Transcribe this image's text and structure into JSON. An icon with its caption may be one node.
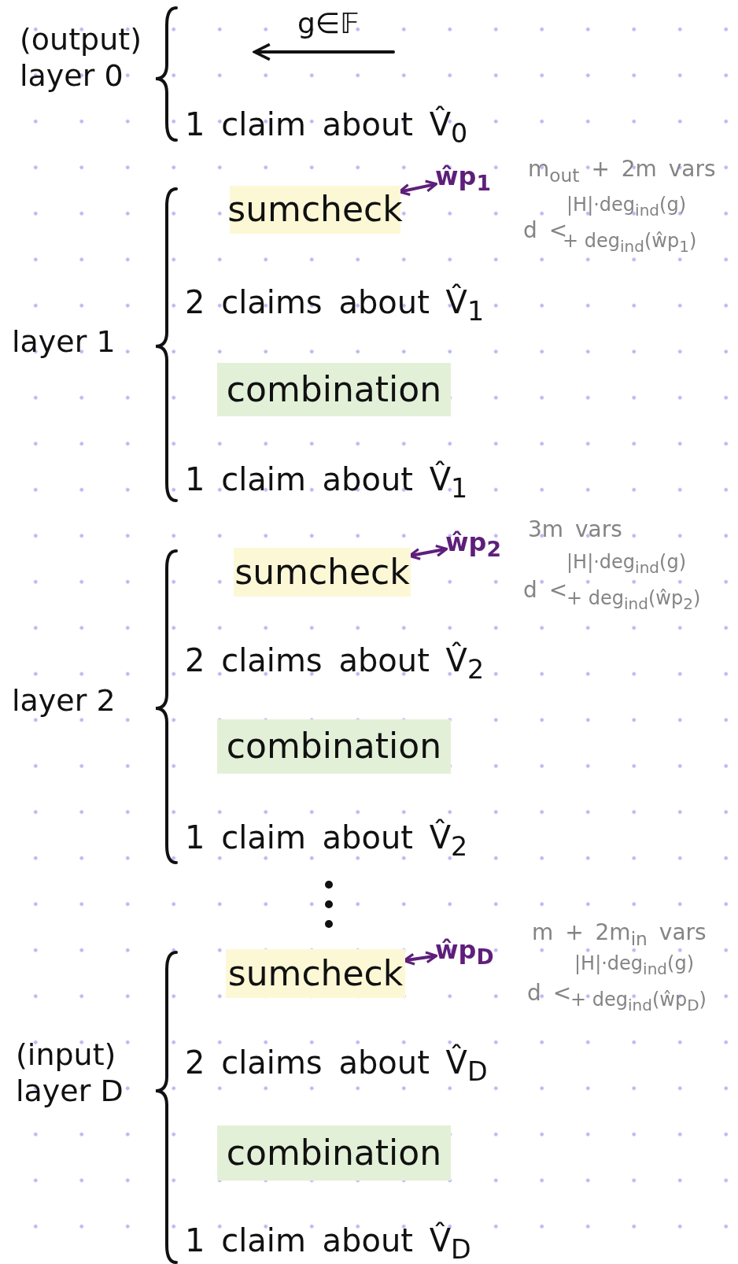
{
  "diagram": {
    "nodes": [
      {
        "text": [
          "sumcheck"
        ]
      },
      {
        "text": [
          "ŵp$_{1}$"
        ]
      },
      {
        "text": [
          "combination"
        ]
      },
      {
        "text": [
          "sumcheck"
        ]
      },
      {
        "text": [
          "ŵp$_{2}$"
        ]
      },
      {
        "text": [
          "combination"
        ]
      },
      {
        "text": [
          "sumcheck"
        ]
      },
      {
        "text": [
          "ŵp$_{D}$"
        ]
      },
      {
        "text": [
          "combination"
        ]
      }
    ],
    "edges": [
      {
        "from": 1,
        "to": 0,
        "arrow": "both"
      },
      {
        "from": 4,
        "to": 3,
        "arrow": "both"
      },
      {
        "from": 7,
        "to": 6,
        "arrow": "both"
      }
    ],
    "labels": [
      "(output) layer 0",
      "g∈𝔽",
      "1 claim about V̂$_{0}$",
      "m$_{out}$ + 2m vars",
      "d <",
      "|H|·deg$_{ind}$(g)",
      "+ deg$_{ind}$(ŵp$_{1}$)",
      "layer 1",
      "2 claims about V̂$_{1}$",
      "1 claim about V̂$_{1}$",
      "3m vars",
      "d <",
      "|H|·deg$_{ind}$(g)",
      "+ deg$_{ind}$(ŵp$_{2}$)",
      "layer 2",
      "2 claims about V̂$_{2}$",
      "1 claim about V̂$_{2}$",
      "m + 2m$_{in}$ vars",
      "d <",
      "|H|·deg$_{ind}$(g)",
      "+ deg$_{ind}$(ŵp$_{D}$)",
      "(input) layer D",
      "2 claims about V̂$_{D}$",
      "1 claim about V̂$_{D}$"
    ]
  }
}
